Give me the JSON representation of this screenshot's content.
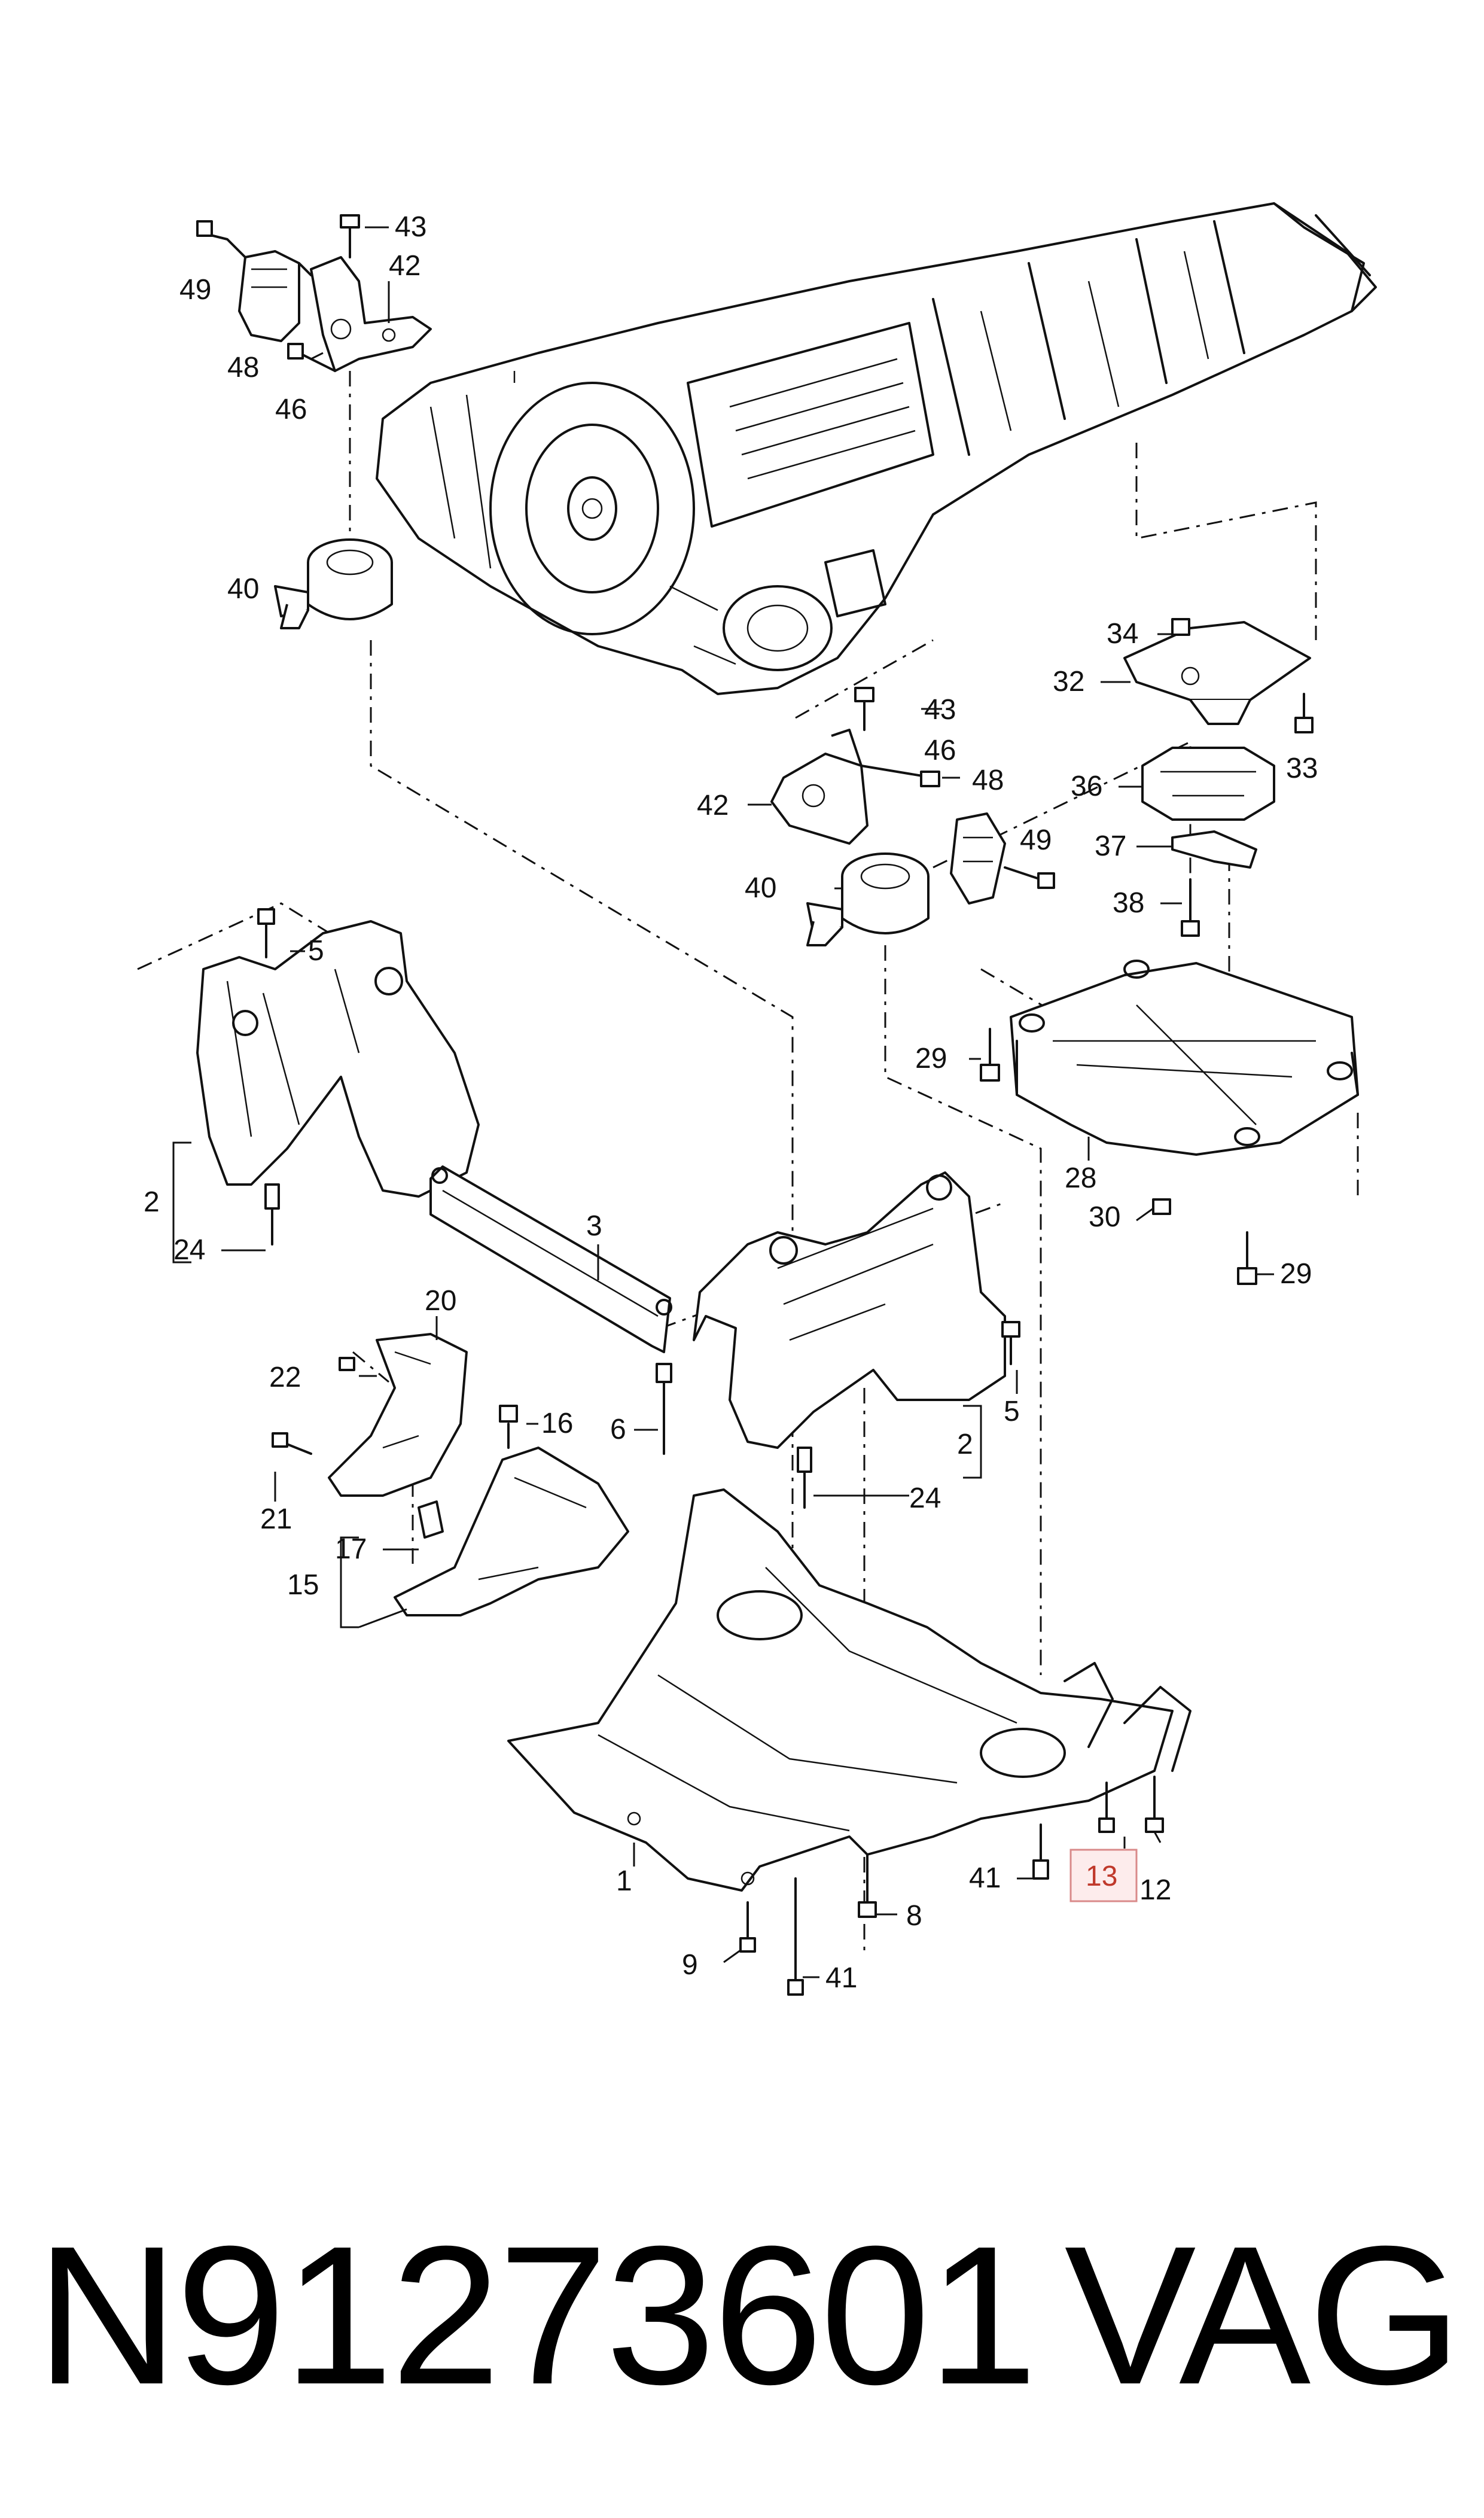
{
  "diagram": {
    "highlight_color": "#d98a8a",
    "callouts": [
      {
        "id": "c49a",
        "text": "49"
      },
      {
        "id": "c48a",
        "text": "48"
      },
      {
        "id": "c43a",
        "text": "43"
      },
      {
        "id": "c42a",
        "text": "42"
      },
      {
        "id": "c46a",
        "text": "46"
      },
      {
        "id": "c40a",
        "text": "40"
      },
      {
        "id": "c43b",
        "text": "43"
      },
      {
        "id": "c46b",
        "text": "46"
      },
      {
        "id": "c42b",
        "text": "42"
      },
      {
        "id": "c48b",
        "text": "48"
      },
      {
        "id": "c49b",
        "text": "49"
      },
      {
        "id": "c40b",
        "text": "40"
      },
      {
        "id": "c34",
        "text": "34"
      },
      {
        "id": "c32",
        "text": "32"
      },
      {
        "id": "c33",
        "text": "33"
      },
      {
        "id": "c36",
        "text": "36"
      },
      {
        "id": "c37",
        "text": "37"
      },
      {
        "id": "c38",
        "text": "38"
      },
      {
        "id": "c29a",
        "text": "29"
      },
      {
        "id": "c28",
        "text": "28"
      },
      {
        "id": "c30",
        "text": "30"
      },
      {
        "id": "c29b",
        "text": "29"
      },
      {
        "id": "c5a",
        "text": "5"
      },
      {
        "id": "c2a",
        "text": "2"
      },
      {
        "id": "c24a",
        "text": "24"
      },
      {
        "id": "c3",
        "text": "3"
      },
      {
        "id": "c5b",
        "text": "5"
      },
      {
        "id": "c2b",
        "text": "2"
      },
      {
        "id": "c24b",
        "text": "24"
      },
      {
        "id": "c20",
        "text": "20"
      },
      {
        "id": "c22",
        "text": "22"
      },
      {
        "id": "c16",
        "text": "16"
      },
      {
        "id": "c6",
        "text": "6"
      },
      {
        "id": "c21",
        "text": "21"
      },
      {
        "id": "c17",
        "text": "17"
      },
      {
        "id": "c15",
        "text": "15"
      },
      {
        "id": "c1",
        "text": "1"
      },
      {
        "id": "c41a",
        "text": "41"
      },
      {
        "id": "c13",
        "text": "13"
      },
      {
        "id": "c12",
        "text": "12"
      },
      {
        "id": "c8",
        "text": "8"
      },
      {
        "id": "c9",
        "text": "9"
      },
      {
        "id": "c41b",
        "text": "41"
      }
    ]
  },
  "caption": {
    "part_number": "N91273601",
    "brand": "VAG"
  }
}
